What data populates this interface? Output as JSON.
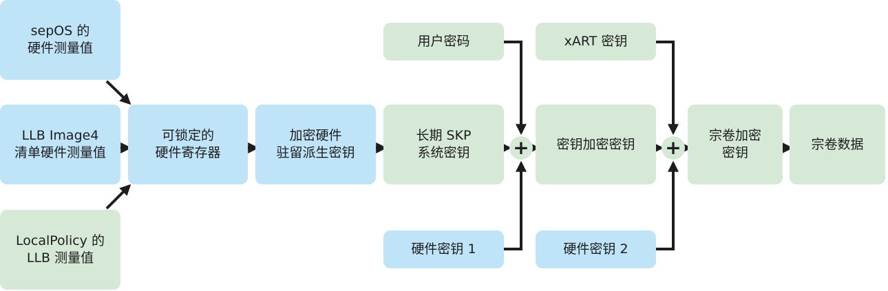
{
  "boxes": {
    "sepos": {
      "line1": "sepOS 的",
      "line2": "硬件测量值"
    },
    "llb": {
      "line1": "LLB Image4",
      "line2": "清单硬件测量值"
    },
    "localpolicy": {
      "line1": "LocalPolicy 的",
      "line2": "LLB 测量值"
    },
    "lockable": {
      "line1": "可锁定的",
      "line2": "硬件寄存器"
    },
    "crypto": {
      "line1": "加密硬件",
      "line2": "驻留派生密钥"
    },
    "skp": {
      "line1": "长期 SKP",
      "line2": "系统密钥"
    },
    "user_password": {
      "label": "用户密码"
    },
    "hw_key1": {
      "label": "硬件密钥 1"
    },
    "kek": {
      "label": "密钥加密密钥"
    },
    "xart": {
      "label": "xART 密钥"
    },
    "hw_key2": {
      "label": "硬件密钥 2"
    },
    "volume_key": {
      "line1": "宗卷加密",
      "line2": "密钥"
    },
    "volume_data": {
      "label": "宗卷数据"
    }
  },
  "operators": {
    "plus": "+"
  },
  "colors": {
    "blue": "#bfe3f7",
    "green": "#d6e9d6",
    "arrow": "#1d1d1f"
  }
}
